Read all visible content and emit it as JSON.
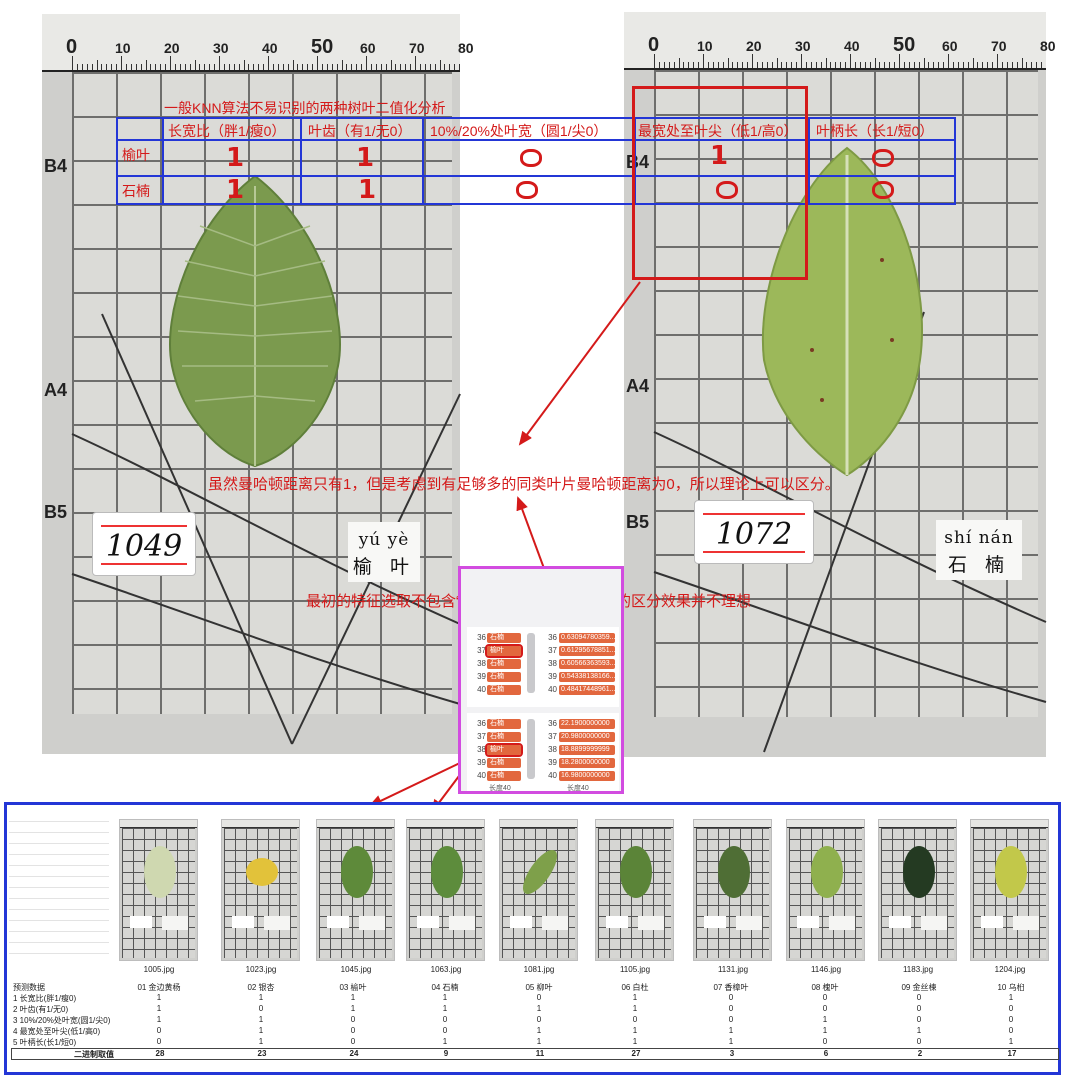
{
  "photo_left": {
    "ruler_numbers": [
      "0",
      "10",
      "20",
      "30",
      "40",
      "50",
      "60",
      "70",
      "80"
    ],
    "row_labels": [
      "B4",
      "A4",
      "B5"
    ],
    "tag_number": "1049",
    "name_pinyin": "yú yè",
    "name_cn": "榆 叶"
  },
  "photo_right": {
    "ruler_numbers": [
      "0",
      "10",
      "20",
      "30",
      "40",
      "50",
      "60",
      "70",
      "80"
    ],
    "row_labels": [
      "B4",
      "A4",
      "B5"
    ],
    "tag_number": "1072",
    "name_pinyin": "shí nán",
    "name_cn": "石 楠"
  },
  "feature_table": {
    "title": "一般KNN算法不易识别的两种树叶二值化分析",
    "headers": [
      "长宽比（胖1/瘦0）",
      "叶齿（有1/无0）",
      "10%/20%处叶宽（圆1/尖0）",
      "最宽处至叶尖（低1/高0）",
      "叶柄长（长1/短0）"
    ],
    "rows": [
      {
        "label": "榆叶",
        "marks": [
          "1",
          "1",
          "0",
          "1",
          "0"
        ]
      },
      {
        "label": "石楠",
        "marks": [
          "1",
          "1",
          "0",
          "0",
          "0"
        ]
      }
    ]
  },
  "notes": {
    "manhattan": "虽然曼哈顿距离只有1，但是考虑到有足够多的同类叶片曼哈顿距离为0，所以理论上可以区分。",
    "feature_selection": "最初的特征选取不包含“小肚子”位置，最后二者的区分效果并不理想"
  },
  "inset": {
    "panel1": {
      "rows": [
        {
          "idx": "36",
          "label": "石楠",
          "idx2": "36",
          "value": "0.63094780359..."
        },
        {
          "idx": "37",
          "label": "榆叶",
          "idx2": "37",
          "value": "0.61295678851..."
        },
        {
          "idx": "38",
          "label": "石楠",
          "idx2": "38",
          "value": "0.60566363593..."
        },
        {
          "idx": "39",
          "label": "石楠",
          "idx2": "39",
          "value": "0.54338138166..."
        },
        {
          "idx": "40",
          "label": "石楠",
          "idx2": "40",
          "value": "0.48417448961..."
        }
      ]
    },
    "panel2": {
      "rows": [
        {
          "idx": "36",
          "label": "石楠",
          "idx2": "36",
          "value": "22.1900000000"
        },
        {
          "idx": "37",
          "label": "石楠",
          "idx2": "37",
          "value": "20.9800000000"
        },
        {
          "idx": "38",
          "label": "榆叶",
          "idx2": "38",
          "value": "18.8899999999"
        },
        {
          "idx": "39",
          "label": "石楠",
          "idx2": "39",
          "value": "18.2800000000"
        },
        {
          "idx": "40",
          "label": "石楠",
          "idx2": "40",
          "value": "16.9800000000"
        }
      ],
      "footer_left": "长度40",
      "footer_right": "长度40"
    }
  },
  "bottom": {
    "thumbnails": [
      {
        "file": "1005.jpg",
        "leaf_color": "#cfd8b0"
      },
      {
        "file": "1023.jpg",
        "leaf_color": "#e2c23a"
      },
      {
        "file": "1045.jpg",
        "leaf_color": "#5e8a3a"
      },
      {
        "file": "1063.jpg",
        "leaf_color": "#5d8c3c"
      },
      {
        "file": "1081.jpg",
        "leaf_color": "#7ea04a"
      },
      {
        "file": "1105.jpg",
        "leaf_color": "#5b8438"
      },
      {
        "file": "1131.jpg",
        "leaf_color": "#4f6e35"
      },
      {
        "file": "1146.jpg",
        "leaf_color": "#8fb04e"
      },
      {
        "file": "1183.jpg",
        "leaf_color": "#243a22"
      },
      {
        "file": "1204.jpg",
        "leaf_color": "#c2c84a"
      }
    ],
    "table": {
      "header_label": "预测数据",
      "columns": [
        "01 金边黄杨",
        "02 银杏",
        "03 榆叶",
        "04 石楠",
        "05 柳叶",
        "06 白杜",
        "07 香樟叶",
        "08 槐叶",
        "09 金丝楝",
        "10 乌桕"
      ],
      "rows": [
        {
          "label": "1 长宽比(胖1/瘦0)",
          "values": [
            "1",
            "1",
            "1",
            "1",
            "0",
            "1",
            "0",
            "0",
            "0",
            "1"
          ]
        },
        {
          "label": "2 叶齿(有1/无0)",
          "values": [
            "1",
            "0",
            "1",
            "1",
            "1",
            "1",
            "0",
            "0",
            "0",
            "0"
          ]
        },
        {
          "label": "3 10%/20%处叶宽(圆1/尖0)",
          "values": [
            "1",
            "1",
            "0",
            "0",
            "0",
            "0",
            "0",
            "1",
            "0",
            "0"
          ]
        },
        {
          "label": "4 最宽处至叶尖(低1/高0)",
          "values": [
            "0",
            "1",
            "0",
            "0",
            "1",
            "1",
            "1",
            "1",
            "1",
            "0"
          ]
        },
        {
          "label": "5 叶柄长(长1/短0)",
          "values": [
            "0",
            "1",
            "0",
            "1",
            "1",
            "1",
            "1",
            "0",
            "0",
            "1"
          ]
        }
      ],
      "total_label": "二进制取值",
      "totals": [
        "28",
        "23",
        "24",
        "9",
        "11",
        "27",
        "3",
        "6",
        "2",
        "17"
      ]
    }
  }
}
